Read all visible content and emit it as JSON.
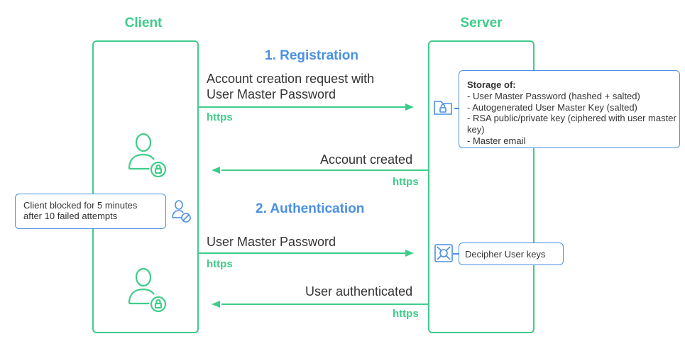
{
  "client": {
    "title": "Client"
  },
  "server": {
    "title": "Server"
  },
  "steps": {
    "registration": "1. Registration",
    "authentication": "2. Authentication"
  },
  "messages": {
    "account_request_line1": "Account creation request with",
    "account_request_line2": "User Master Password",
    "account_created": "Account created",
    "user_master_password": "User Master Password",
    "user_authenticated": "User authenticated",
    "https": "https"
  },
  "storage_note": {
    "title": "Storage of:",
    "items": [
      "- User Master Password (hashed + salted)",
      "- Autogenerated User Master Key (salted)",
      "- RSA public/private key (ciphered with user master key)",
      "- Master email"
    ]
  },
  "decipher_note": {
    "text": "Decipher User keys"
  },
  "blocked_note": {
    "line1": "Client blocked for 5 minutes",
    "line2": "after 10 failed attempts"
  },
  "colors": {
    "green": "#3fcc8a",
    "blue": "#4a90e2",
    "text": "#333333"
  },
  "icons": [
    "user-lock-icon",
    "user-blocked-icon",
    "folder-lock-icon",
    "safe-icon"
  ]
}
